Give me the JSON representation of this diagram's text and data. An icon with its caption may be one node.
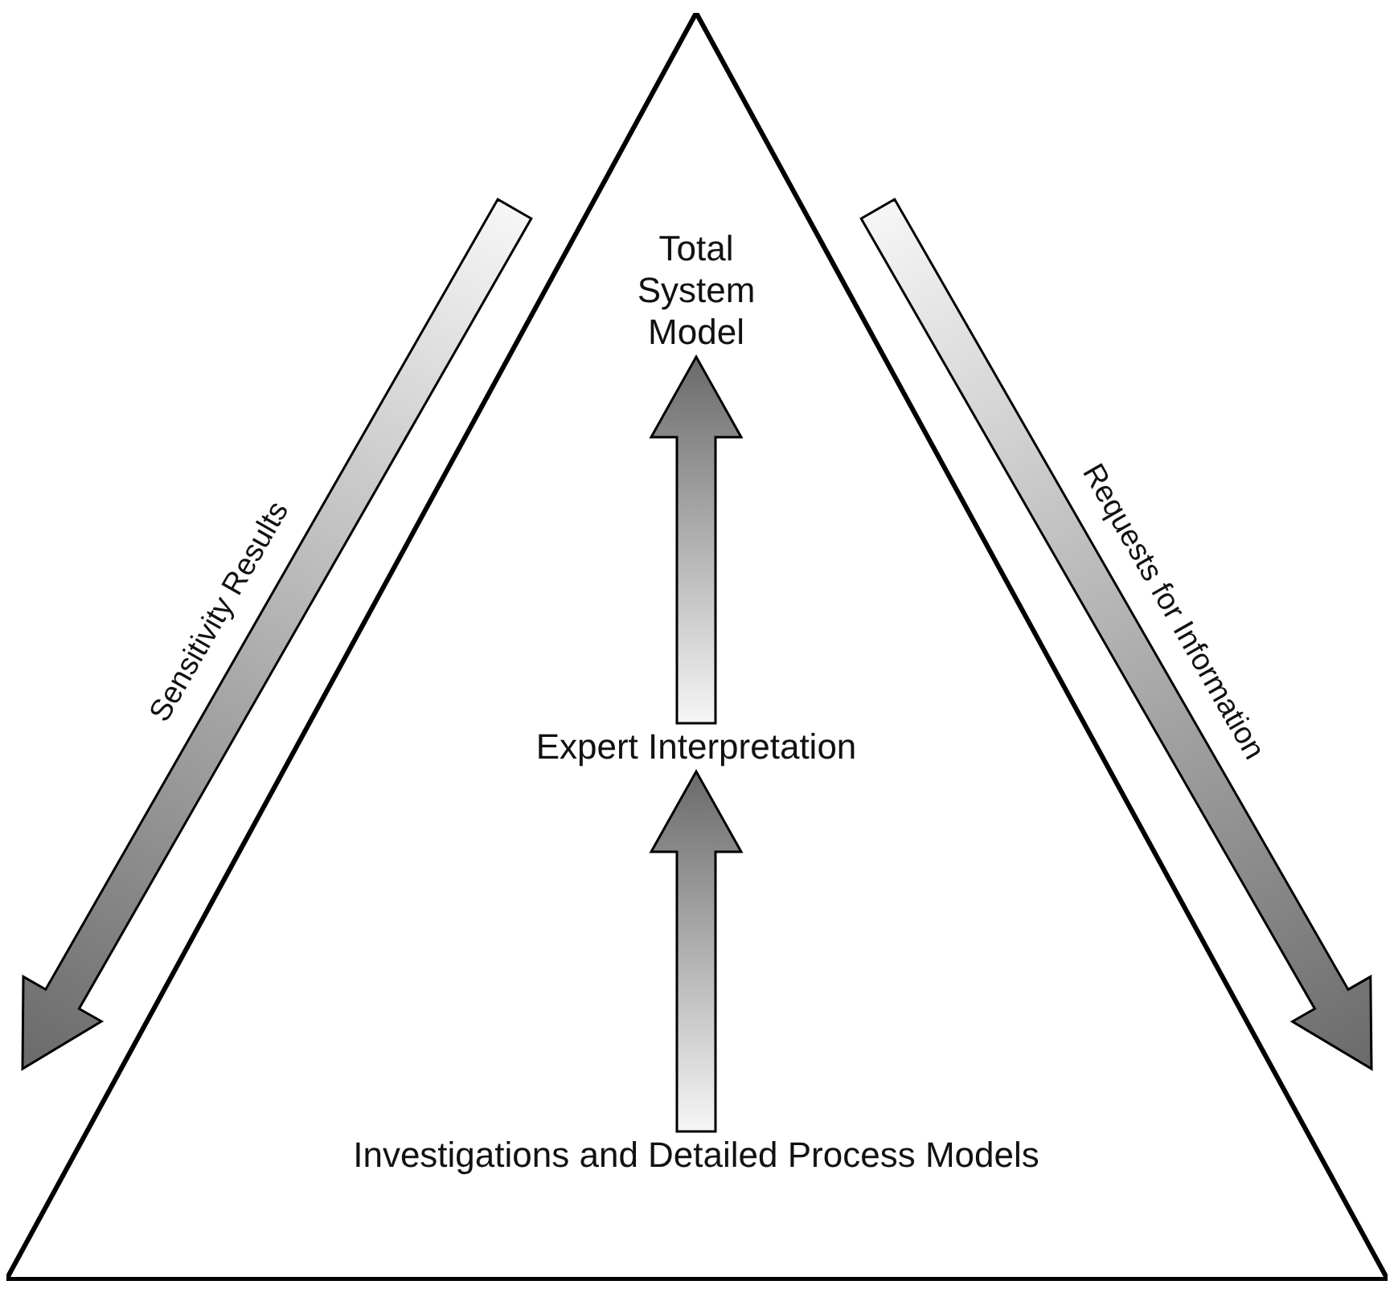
{
  "diagram": {
    "nodes": [
      {
        "text": [],
        "shape": "triangle"
      },
      {
        "text": [
          "Total System Model"
        ],
        "in": 0
      },
      {
        "text": [
          "Expert Interpretation"
        ],
        "in": 0
      },
      {
        "text": [
          "Investigations and Detailed Process Models"
        ],
        "in": 0
      }
    ],
    "edges": [
      {
        "from": 3,
        "to": 2,
        "arrow": "to"
      },
      {
        "from": 2,
        "to": 1,
        "arrow": "to"
      },
      {
        "from": 0,
        "to": null,
        "arrow": "to",
        "label": "Sensitivity Results"
      },
      {
        "from": 0,
        "to": null,
        "arrow": "to",
        "label": "Requests for Information"
      }
    ]
  }
}
